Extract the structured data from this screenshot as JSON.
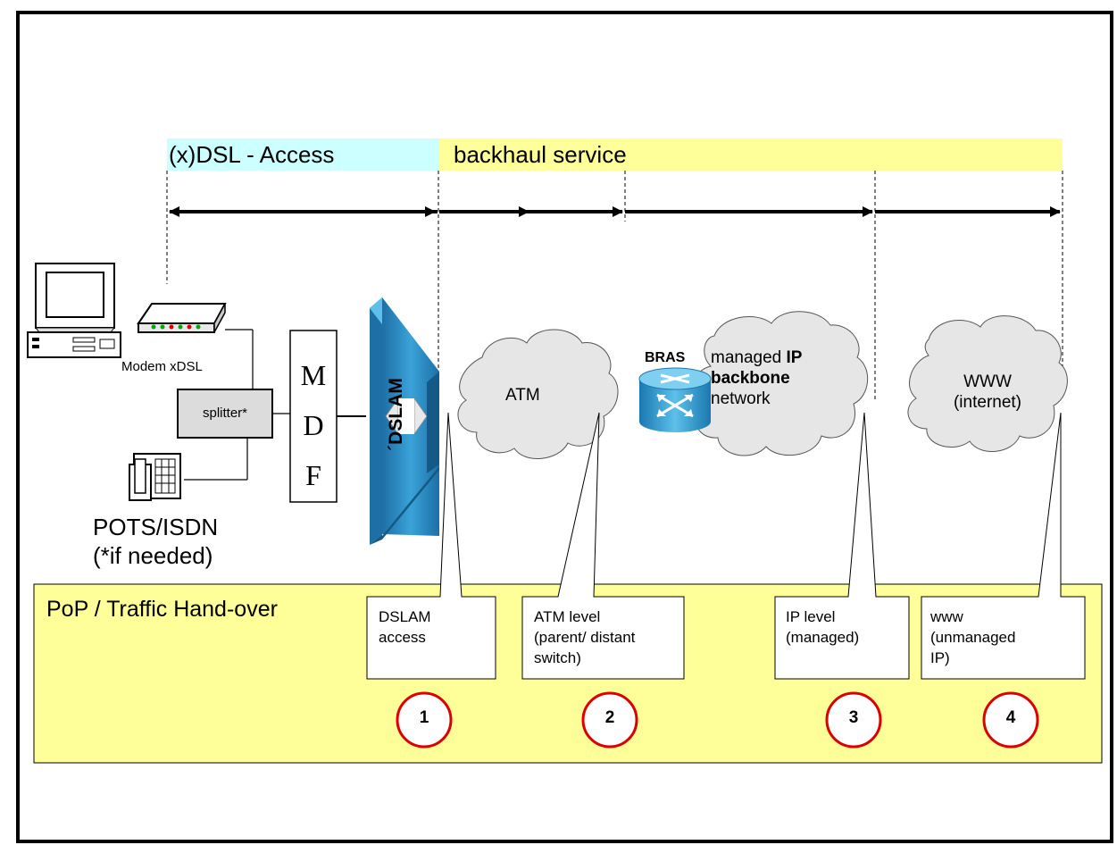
{
  "bands": {
    "access_label": "(x)DSL - Access",
    "backhaul_label": "backhaul service"
  },
  "customer": {
    "modem_label": "Modem xDSL",
    "splitter_label": "splitter*",
    "phone_label_line1": "POTS/ISDN",
    "phone_label_line2": "(*if needed)"
  },
  "mdf": {
    "letters": [
      "M",
      "D",
      "F"
    ]
  },
  "dslam": {
    "label": "´DSLAM"
  },
  "clouds": {
    "atm": "ATM",
    "bras": "BRAS",
    "backbone_line1_a": "managed ",
    "backbone_line1_b": "IP",
    "backbone_line2": "backbone",
    "backbone_line3": "network",
    "www_line1": "WWW",
    "www_line2": "(internet)"
  },
  "pop": {
    "title": "PoP / Traffic Hand-over",
    "callouts": [
      {
        "lines": [
          "DSLAM",
          "access"
        ]
      },
      {
        "lines": [
          "ATM level",
          "(parent/ distant",
          "switch)"
        ]
      },
      {
        "lines": [
          "IP level",
          "(managed)"
        ]
      },
      {
        "lines": [
          "www",
          "(unmanaged",
          "IP)"
        ]
      }
    ],
    "markers": [
      "1",
      "2",
      "3",
      "4"
    ]
  },
  "colors": {
    "access_band": "#ccffff",
    "backhaul_band": "#ffff99",
    "pop_box": "#ffff99",
    "marker_ring": "#dd0000",
    "dslam_blue": "#2a8fc4",
    "cloud_fill": "#e6e6e6"
  }
}
